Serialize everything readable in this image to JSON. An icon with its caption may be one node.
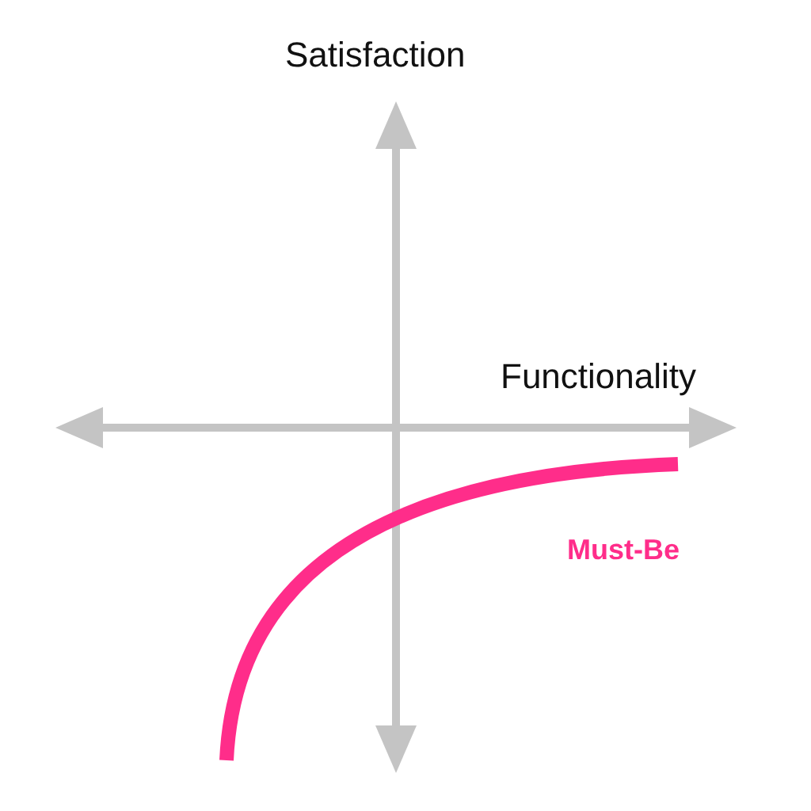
{
  "diagram": {
    "labels": [
      "Satisfaction",
      "Functionality",
      "Must-Be"
    ]
  }
}
